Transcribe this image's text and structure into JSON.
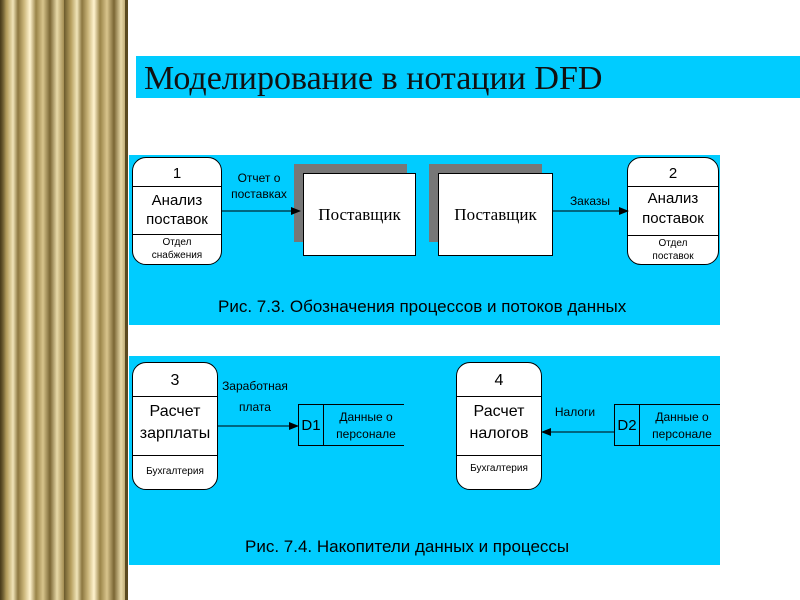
{
  "title": "Моделирование в нотации DFD",
  "figure1": {
    "caption": "Рис. 7.3. Обозначения процессов и потоков данных",
    "process_left": {
      "number": "1",
      "name_line1": "Анализ",
      "name_line2": "поставок",
      "dept_line1": "Отдел",
      "dept_line2": "снабжения"
    },
    "flow_left_line1": "Отчет о",
    "flow_left_line2": "поставках",
    "entity_left": "Поставщик",
    "entity_right": "Поставщик",
    "flow_right": "Заказы",
    "process_right": {
      "number": "2",
      "name_line1": "Анализ",
      "name_line2": "поставок",
      "dept_line1": "Отдел",
      "dept_line2": "поставок"
    }
  },
  "figure2": {
    "caption": "Рис. 7.4. Накопители данных и процессы",
    "process_left": {
      "number": "3",
      "name_line1": "Расчет",
      "name_line2": "зарплаты",
      "dept": "Бухгалтерия"
    },
    "flow_left_line1": "Заработная",
    "flow_left_line2": "плата",
    "store_left": {
      "id": "D1",
      "name_line1": "Данные о",
      "name_line2": "персонале"
    },
    "process_right": {
      "number": "4",
      "name_line1": "Расчет",
      "name_line2": "налогов",
      "dept": "Бухгалтерия"
    },
    "flow_right": "Налоги",
    "store_right": {
      "id": "D2",
      "name_line1": "Данные о",
      "name_line2": "персонале"
    }
  }
}
